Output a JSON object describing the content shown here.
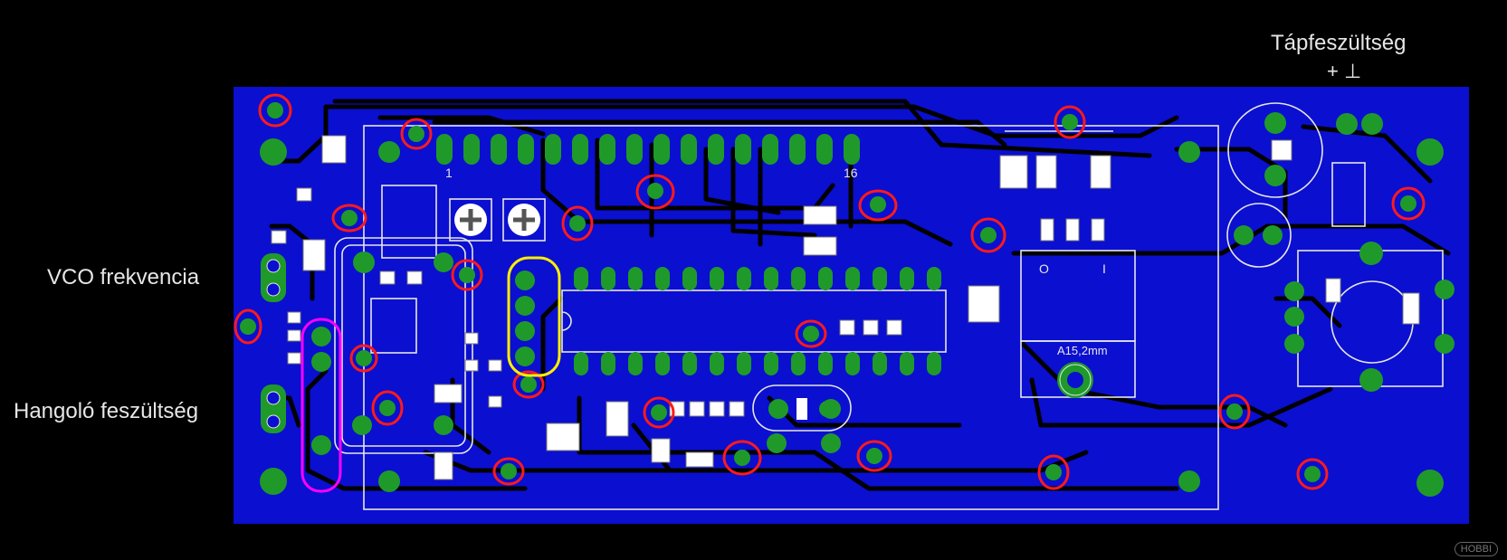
{
  "labels": {
    "vco": "VCO frekvencia",
    "hangolo": "Hangoló feszültség",
    "tap": "Tápfeszültség",
    "polarity": "+ ⊥"
  },
  "silkscreen": {
    "pin1": "1",
    "pin16": "16",
    "regulator_pins": [
      "O",
      "I"
    ],
    "heatsink": "A15,2mm"
  },
  "watermark": "HOBBI",
  "colors": {
    "background": "#000000",
    "board": "#0b0fd0",
    "trace": "#000000",
    "pad": "#1f9a2a",
    "silkscreen": "#e6e6e6",
    "highlight_via": "#ff1a1a",
    "highlight_header": "#ffee00",
    "highlight_crystal": "#ff00ff"
  }
}
